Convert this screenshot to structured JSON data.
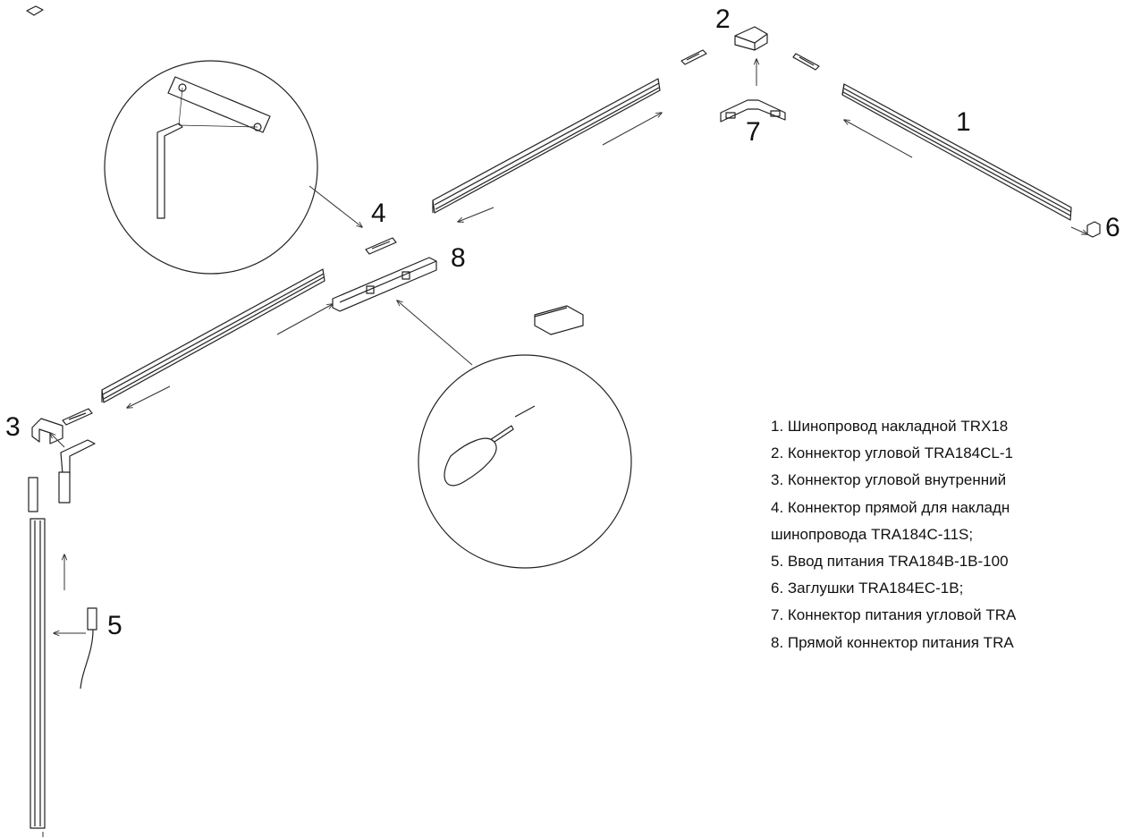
{
  "callouts": {
    "c1": "1",
    "c2": "2",
    "c3": "3",
    "c4": "4",
    "c5": "5",
    "c6": "6",
    "c7": "7",
    "c8": "8"
  },
  "legend": {
    "items": [
      "1. Шинопровод накладной TRX18",
      "2. Коннектор угловой TRA184CL-1",
      "3. Коннектор угловой внутренний",
      "4. Коннектор прямой для накладн",
      "шинопровода TRA184C-11S;",
      "5. Ввод питания TRA184B-1B-100",
      "6. Заглушки TRA184EC-1B;",
      "7. Коннектор питания угловой TRA",
      "8. Прямой коннектор питания TRA"
    ]
  }
}
